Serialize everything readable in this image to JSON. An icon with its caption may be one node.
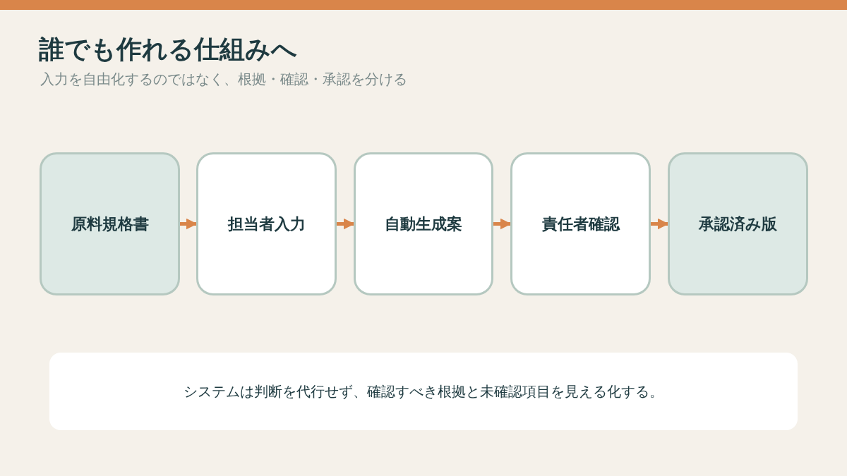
{
  "diagram": {
    "title": "誰でも作れる仕組みへ",
    "nodes": [
      {
        "text": [
          "原料規格書"
        ]
      },
      {
        "text": [
          "担当者入力"
        ]
      },
      {
        "text": [
          "自動生成案"
        ]
      },
      {
        "text": [
          "責任者確認"
        ]
      },
      {
        "text": [
          "承認済み版"
        ]
      },
      {
        "text": [
          "システムは判断を代行せず、確認すべき根拠と未確認項目を見える化する。"
        ]
      }
    ],
    "edges": [
      {
        "from": 0,
        "to": 1,
        "arrow": "to"
      },
      {
        "from": 1,
        "to": 2,
        "arrow": "to"
      },
      {
        "from": 2,
        "to": 3,
        "arrow": "to"
      },
      {
        "from": 3,
        "to": 4,
        "arrow": "to"
      }
    ],
    "labels": [
      "入力を自由化するのではなく、根拠・確認・承認を分ける"
    ]
  }
}
